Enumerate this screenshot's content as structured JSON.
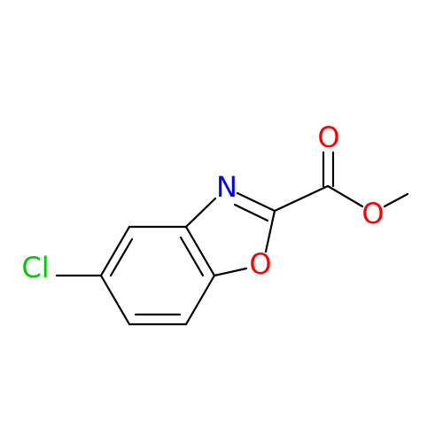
{
  "molecule": {
    "atoms": {
      "chlorine": {
        "symbol": "Cl",
        "color": "#00cc00"
      },
      "nitrogen": {
        "symbol": "N",
        "color": "#0000ff"
      },
      "ring_oxygen": {
        "symbol": "O",
        "color": "#ff0000"
      },
      "carbonyl_oxygen": {
        "symbol": "O",
        "color": "#ff0000"
      },
      "ester_oxygen": {
        "symbol": "O",
        "color": "#ff0000"
      }
    }
  }
}
